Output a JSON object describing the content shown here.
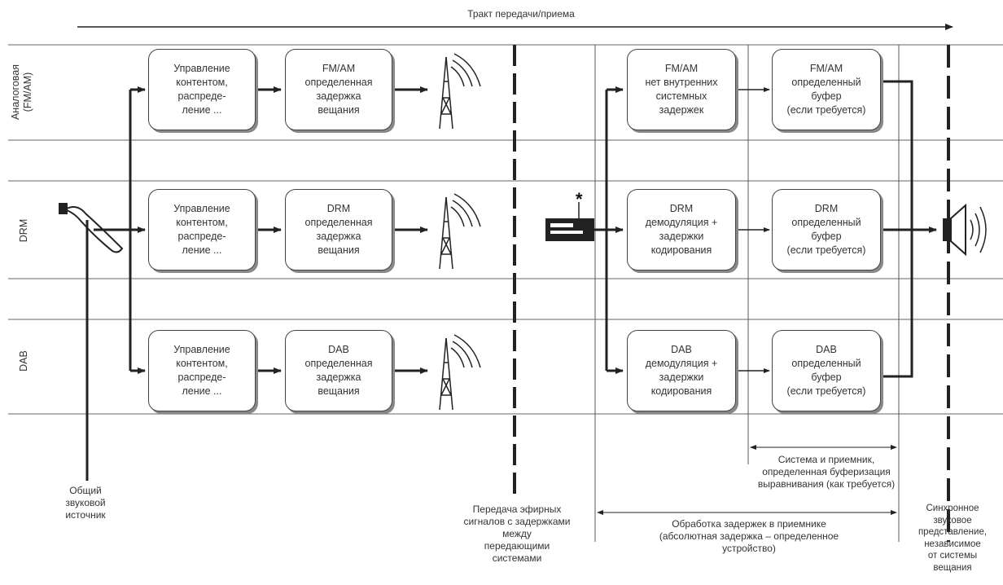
{
  "top_arrow_label": "Тракт передачи/приема",
  "rows": {
    "analog": "Аналоговая\n(FM/AM)",
    "drm": "DRM",
    "dab": "DAB"
  },
  "boxes": {
    "content_analog": "Управление\nконтентом,\nраспреде-\nление ...",
    "content_drm": "Управление\nконтентом,\nраспреде-\nление ...",
    "content_dab": "Управление\nконтентом,\nраспреде-\nление ...",
    "delay_analog": "FM/AM\nопределенная\nзадержка\nвещания",
    "delay_drm": "DRM\nопределенная\nзадержка\nвещания",
    "delay_dab": "DAB\nопределенная\nзадержка\nвещания",
    "rx_analog": "FM/AM\nнет внутренних\nсистемных\nзадержек",
    "rx_drm": "DRM\nдемодуляция +\nзадержки\nкодирования",
    "rx_dab": "DAB\nдемодуляция +\nзадержки\nкодирования",
    "buf_analog": "FM/AM\nопределенный\nбуфер\n(если требуется)",
    "buf_drm": "DRM\nопределенный\nбуфер\n(если требуется)",
    "buf_dab": "DAB\nопределенный\nбуфер\n(если требуется)"
  },
  "captions": {
    "source": "Общий\nзвуковой\nисточник",
    "air_transmission": "Передача эфирных\nсигналов с задержками\nмежду\nпередающими\nсистемами",
    "buffering": "Система и приемник,\nопределенная буферизация\nвыравнивания (как требуется)",
    "rx_processing": "Обработка задержек в приемнике\n(абсолютная задержка – определенное\nустройство)",
    "sync_output": "Синхронное\nзвуковое\nпредставление,\nнезависимое\nот системы\nвещания"
  },
  "receiver_mark": "*"
}
